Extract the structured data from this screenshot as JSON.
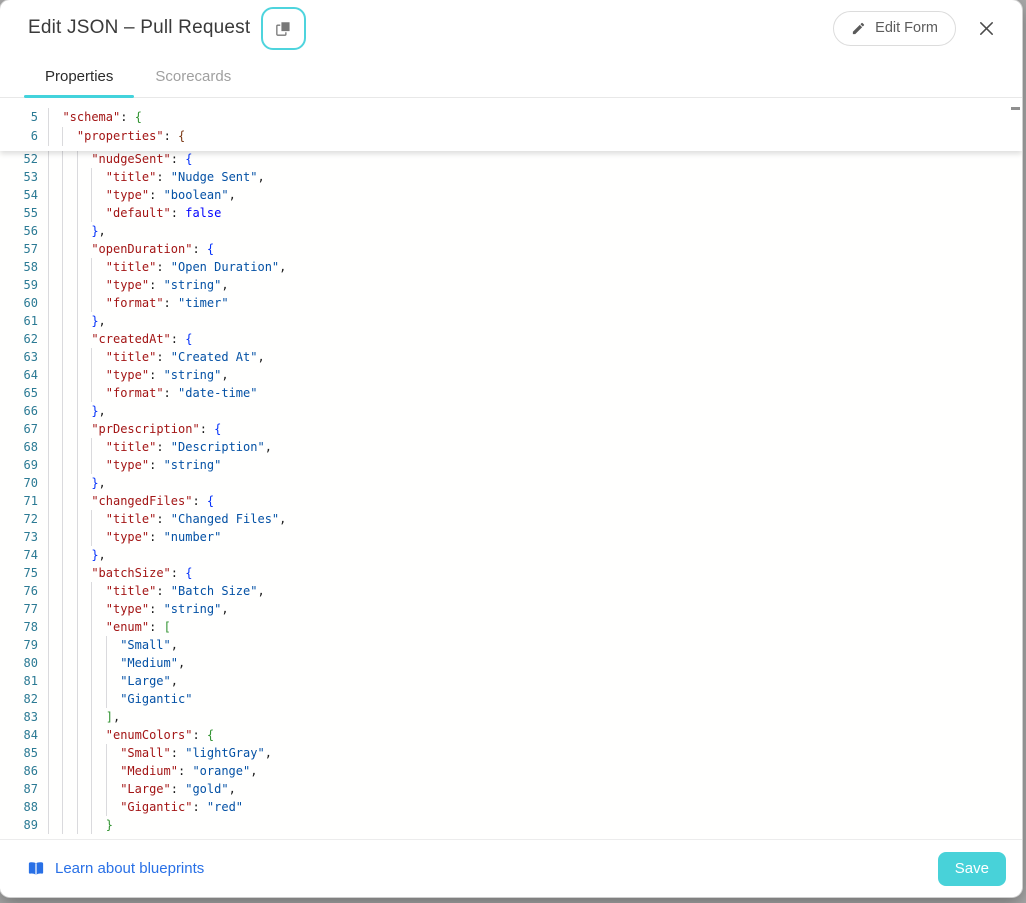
{
  "header": {
    "title": "Edit JSON – Pull Request",
    "edit_form_label": "Edit Form"
  },
  "tabs": [
    {
      "label": "Properties",
      "active": true
    },
    {
      "label": "Scorecards",
      "active": false
    }
  ],
  "editor": {
    "sticky_lines": [
      {
        "n": 5,
        "ind": 2,
        "seg": [
          [
            "k",
            "\"schema\""
          ],
          [
            "p",
            ": "
          ],
          [
            "b2",
            "{"
          ]
        ]
      },
      {
        "n": 6,
        "ind": 4,
        "seg": [
          [
            "k",
            "\"properties\""
          ],
          [
            "p",
            ": "
          ],
          [
            "b3",
            "{"
          ]
        ]
      }
    ],
    "lines": [
      {
        "n": 52,
        "ind": 6,
        "seg": [
          [
            "k",
            "\"nudgeSent\""
          ],
          [
            "p",
            ": "
          ],
          [
            "b1",
            "{"
          ]
        ]
      },
      {
        "n": 53,
        "ind": 8,
        "seg": [
          [
            "k",
            "\"title\""
          ],
          [
            "p",
            ": "
          ],
          [
            "s",
            "\"Nudge Sent\""
          ],
          [
            "p",
            ","
          ]
        ]
      },
      {
        "n": 54,
        "ind": 8,
        "seg": [
          [
            "k",
            "\"type\""
          ],
          [
            "p",
            ": "
          ],
          [
            "s",
            "\"boolean\""
          ],
          [
            "p",
            ","
          ]
        ]
      },
      {
        "n": 55,
        "ind": 8,
        "seg": [
          [
            "k",
            "\"default\""
          ],
          [
            "p",
            ": "
          ],
          [
            "w",
            "false"
          ]
        ]
      },
      {
        "n": 56,
        "ind": 6,
        "seg": [
          [
            "b1",
            "}"
          ],
          [
            "p",
            ","
          ]
        ]
      },
      {
        "n": 57,
        "ind": 6,
        "seg": [
          [
            "k",
            "\"openDuration\""
          ],
          [
            "p",
            ": "
          ],
          [
            "b1",
            "{"
          ]
        ]
      },
      {
        "n": 58,
        "ind": 8,
        "seg": [
          [
            "k",
            "\"title\""
          ],
          [
            "p",
            ": "
          ],
          [
            "s",
            "\"Open Duration\""
          ],
          [
            "p",
            ","
          ]
        ]
      },
      {
        "n": 59,
        "ind": 8,
        "seg": [
          [
            "k",
            "\"type\""
          ],
          [
            "p",
            ": "
          ],
          [
            "s",
            "\"string\""
          ],
          [
            "p",
            ","
          ]
        ]
      },
      {
        "n": 60,
        "ind": 8,
        "seg": [
          [
            "k",
            "\"format\""
          ],
          [
            "p",
            ": "
          ],
          [
            "s",
            "\"timer\""
          ]
        ]
      },
      {
        "n": 61,
        "ind": 6,
        "seg": [
          [
            "b1",
            "}"
          ],
          [
            "p",
            ","
          ]
        ]
      },
      {
        "n": 62,
        "ind": 6,
        "seg": [
          [
            "k",
            "\"createdAt\""
          ],
          [
            "p",
            ": "
          ],
          [
            "b1",
            "{"
          ]
        ]
      },
      {
        "n": 63,
        "ind": 8,
        "seg": [
          [
            "k",
            "\"title\""
          ],
          [
            "p",
            ": "
          ],
          [
            "s",
            "\"Created At\""
          ],
          [
            "p",
            ","
          ]
        ]
      },
      {
        "n": 64,
        "ind": 8,
        "seg": [
          [
            "k",
            "\"type\""
          ],
          [
            "p",
            ": "
          ],
          [
            "s",
            "\"string\""
          ],
          [
            "p",
            ","
          ]
        ]
      },
      {
        "n": 65,
        "ind": 8,
        "seg": [
          [
            "k",
            "\"format\""
          ],
          [
            "p",
            ": "
          ],
          [
            "s",
            "\"date-time\""
          ]
        ]
      },
      {
        "n": 66,
        "ind": 6,
        "seg": [
          [
            "b1",
            "}"
          ],
          [
            "p",
            ","
          ]
        ]
      },
      {
        "n": 67,
        "ind": 6,
        "seg": [
          [
            "k",
            "\"prDescription\""
          ],
          [
            "p",
            ": "
          ],
          [
            "b1",
            "{"
          ]
        ]
      },
      {
        "n": 68,
        "ind": 8,
        "seg": [
          [
            "k",
            "\"title\""
          ],
          [
            "p",
            ": "
          ],
          [
            "s",
            "\"Description\""
          ],
          [
            "p",
            ","
          ]
        ]
      },
      {
        "n": 69,
        "ind": 8,
        "seg": [
          [
            "k",
            "\"type\""
          ],
          [
            "p",
            ": "
          ],
          [
            "s",
            "\"string\""
          ]
        ]
      },
      {
        "n": 70,
        "ind": 6,
        "seg": [
          [
            "b1",
            "}"
          ],
          [
            "p",
            ","
          ]
        ]
      },
      {
        "n": 71,
        "ind": 6,
        "seg": [
          [
            "k",
            "\"changedFiles\""
          ],
          [
            "p",
            ": "
          ],
          [
            "b1",
            "{"
          ]
        ]
      },
      {
        "n": 72,
        "ind": 8,
        "seg": [
          [
            "k",
            "\"title\""
          ],
          [
            "p",
            ": "
          ],
          [
            "s",
            "\"Changed Files\""
          ],
          [
            "p",
            ","
          ]
        ]
      },
      {
        "n": 73,
        "ind": 8,
        "seg": [
          [
            "k",
            "\"type\""
          ],
          [
            "p",
            ": "
          ],
          [
            "s",
            "\"number\""
          ]
        ]
      },
      {
        "n": 74,
        "ind": 6,
        "seg": [
          [
            "b1",
            "}"
          ],
          [
            "p",
            ","
          ]
        ]
      },
      {
        "n": 75,
        "ind": 6,
        "seg": [
          [
            "k",
            "\"batchSize\""
          ],
          [
            "p",
            ": "
          ],
          [
            "b1",
            "{"
          ]
        ]
      },
      {
        "n": 76,
        "ind": 8,
        "seg": [
          [
            "k",
            "\"title\""
          ],
          [
            "p",
            ": "
          ],
          [
            "s",
            "\"Batch Size\""
          ],
          [
            "p",
            ","
          ]
        ]
      },
      {
        "n": 77,
        "ind": 8,
        "seg": [
          [
            "k",
            "\"type\""
          ],
          [
            "p",
            ": "
          ],
          [
            "s",
            "\"string\""
          ],
          [
            "p",
            ","
          ]
        ]
      },
      {
        "n": 78,
        "ind": 8,
        "seg": [
          [
            "k",
            "\"enum\""
          ],
          [
            "p",
            ": "
          ],
          [
            "b2",
            "["
          ]
        ]
      },
      {
        "n": 79,
        "ind": 10,
        "seg": [
          [
            "s",
            "\"Small\""
          ],
          [
            "p",
            ","
          ]
        ]
      },
      {
        "n": 80,
        "ind": 10,
        "seg": [
          [
            "s",
            "\"Medium\""
          ],
          [
            "p",
            ","
          ]
        ]
      },
      {
        "n": 81,
        "ind": 10,
        "seg": [
          [
            "s",
            "\"Large\""
          ],
          [
            "p",
            ","
          ]
        ]
      },
      {
        "n": 82,
        "ind": 10,
        "seg": [
          [
            "s",
            "\"Gigantic\""
          ]
        ]
      },
      {
        "n": 83,
        "ind": 8,
        "seg": [
          [
            "b2",
            "]"
          ],
          [
            "p",
            ","
          ]
        ]
      },
      {
        "n": 84,
        "ind": 8,
        "seg": [
          [
            "k",
            "\"enumColors\""
          ],
          [
            "p",
            ": "
          ],
          [
            "b2",
            "{"
          ]
        ]
      },
      {
        "n": 85,
        "ind": 10,
        "seg": [
          [
            "k",
            "\"Small\""
          ],
          [
            "p",
            ": "
          ],
          [
            "s",
            "\"lightGray\""
          ],
          [
            "p",
            ","
          ]
        ]
      },
      {
        "n": 86,
        "ind": 10,
        "seg": [
          [
            "k",
            "\"Medium\""
          ],
          [
            "p",
            ": "
          ],
          [
            "s",
            "\"orange\""
          ],
          [
            "p",
            ","
          ]
        ]
      },
      {
        "n": 87,
        "ind": 10,
        "seg": [
          [
            "k",
            "\"Large\""
          ],
          [
            "p",
            ": "
          ],
          [
            "s",
            "\"gold\""
          ],
          [
            "p",
            ","
          ]
        ]
      },
      {
        "n": 88,
        "ind": 10,
        "seg": [
          [
            "k",
            "\"Gigantic\""
          ],
          [
            "p",
            ": "
          ],
          [
            "s",
            "\"red\""
          ]
        ]
      },
      {
        "n": 89,
        "ind": 8,
        "seg": [
          [
            "b2",
            "}"
          ]
        ]
      }
    ]
  },
  "footer": {
    "link_label": "Learn about blueprints",
    "save_label": "Save"
  },
  "colors": {
    "accent_teal": "#45d4db",
    "save_button": "#48d2d9",
    "link_blue": "#2970e6",
    "line_number": "#2b7a94",
    "json_key": "#a31515",
    "json_string_value": "#0451a5",
    "json_keyword": "#0000ff",
    "bracket_level_blue": "#0431fa",
    "bracket_level_green": "#319331",
    "bracket_level_brown": "#7b3814"
  }
}
